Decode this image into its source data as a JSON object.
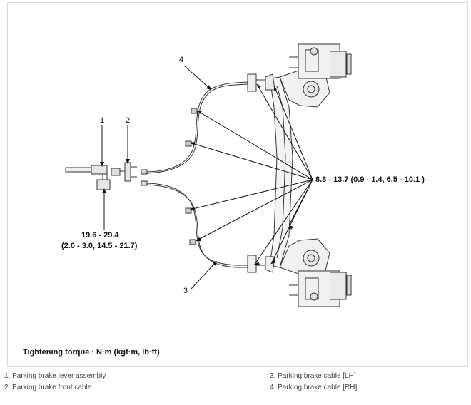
{
  "figure": {
    "torque_right": "8.8 - 13.7 (0.9 - 1.4, 6.5 - 10.1 )",
    "torque_lower_line1": "19.6 - 29.4",
    "torque_lower_line2": "(2.0 - 3.0, 14.5 - 21.7)",
    "callout_numbers": [
      "1",
      "2",
      "3",
      "4"
    ],
    "tightening_note": "Tightening torque : N·m (kgf·m, lb·ft)"
  },
  "legend": [
    "1. Parking brake lever assembly",
    "2. Parking brake front cable",
    "3. Parking brake cable [LH]",
    "4. Parking brake cable [RH]"
  ]
}
